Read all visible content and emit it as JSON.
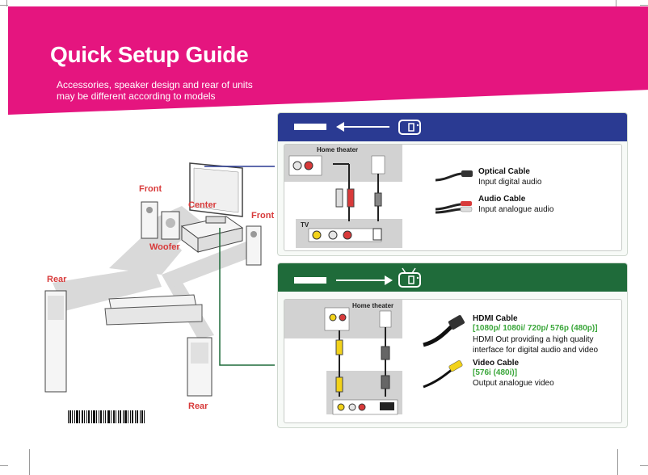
{
  "header": {
    "title": "Quick Setup Guide",
    "subtitle_line1": "Accessories, speaker design and rear of units",
    "subtitle_line2": "may be different according to models"
  },
  "speakers": {
    "front_left": "Front",
    "center": "Center",
    "front_right": "Front",
    "woofer": "Woofer",
    "rear_left": "Rear",
    "rear_right": "Rear"
  },
  "panel_analog": {
    "unit_label": "Home theater",
    "tv_label": "TV",
    "optical_title": "Optical Cable",
    "optical_desc": "Input digital audio",
    "audio_title": "Audio Cable",
    "audio_desc": "Input analogue audio"
  },
  "panel_hdmi": {
    "unit_label": "Home theater",
    "hdmi_title": "HDMI Cable",
    "hdmi_res": "[1080p/ 1080i/ 720p/ 576p (480p)]",
    "hdmi_desc1": "HDMI  Out providing a high quality",
    "hdmi_desc2": "interface for digital audio and video",
    "video_title": "Video Cable",
    "video_res": "[576i (480i)]",
    "video_desc": "Output analogue video"
  },
  "colors": {
    "brand_magenta": "#e5157f",
    "panel_blue": "#2a3a92",
    "panel_green": "#1f6b3a",
    "label_red": "#d83a3a",
    "resolution_green": "#3aa63a"
  }
}
